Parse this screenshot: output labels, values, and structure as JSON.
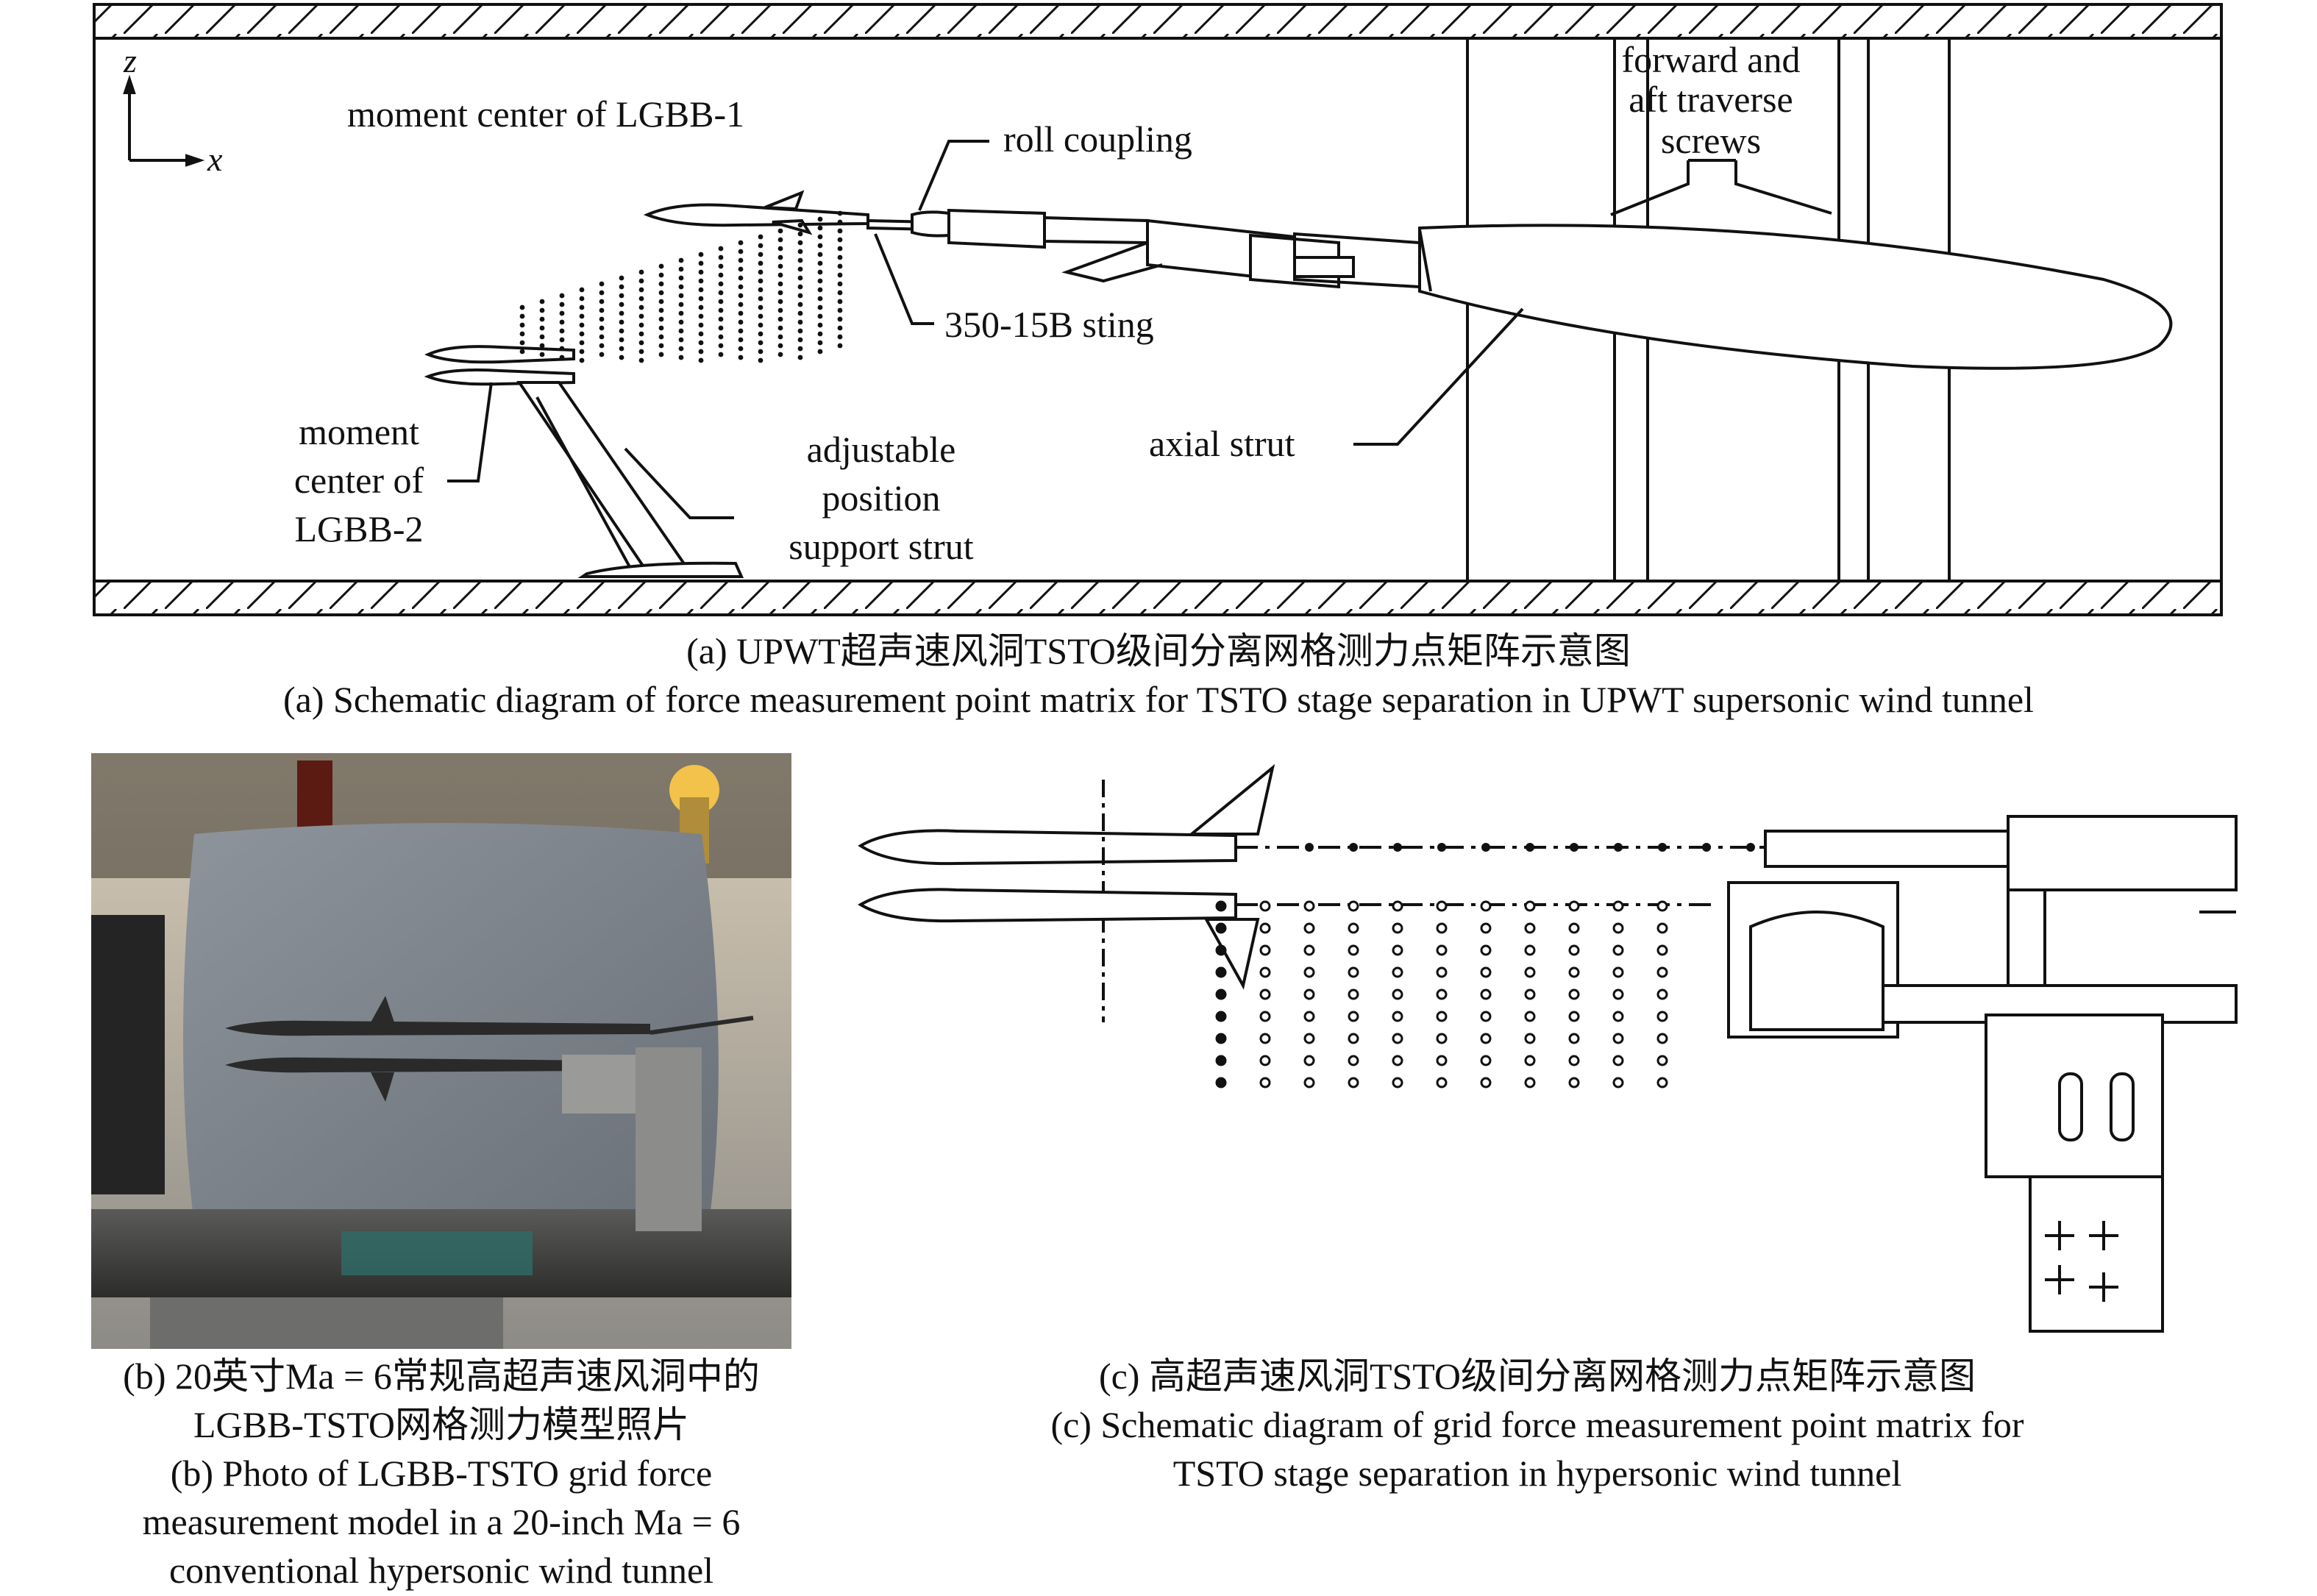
{
  "panel_a": {
    "axis_z": "z",
    "axis_x": "x",
    "labels": {
      "moment_center_1": "moment center of LGBB-1",
      "roll_coupling": "roll coupling",
      "traverse_1": "forward and",
      "traverse_2": "aft traverse",
      "traverse_3": "screws",
      "sting": "350-15B sting",
      "moment_center_2_a": "moment",
      "moment_center_2_b": "center of",
      "moment_center_2_c": "LGBB-2",
      "support_1": "adjustable",
      "support_2": "position",
      "support_3": "support strut",
      "axial_strut": "axial strut"
    },
    "caption_cn": "(a) UPWT超声速风洞TSTO级间分离网格测力点矩阵示意图",
    "caption_en": "(a) Schematic diagram of force measurement point matrix for TSTO stage separation in UPWT supersonic wind tunnel"
  },
  "panel_b": {
    "caption_cn_1": "(b) 20英寸Ma = 6常规高超声速风洞中的",
    "caption_cn_2": "LGBB-TSTO网格测力模型照片",
    "caption_en_1": "(b) Photo of LGBB-TSTO grid force",
    "caption_en_2": "measurement model in a 20-inch Ma = 6",
    "caption_en_3": "conventional hypersonic wind tunnel"
  },
  "panel_c": {
    "caption_cn": "(c) 高超声速风洞TSTO级间分离网格测力点矩阵示意图",
    "caption_en_1": "(c) Schematic diagram of grid force measurement point matrix for",
    "caption_en_2": "TSTO stage separation in hypersonic wind tunnel"
  }
}
